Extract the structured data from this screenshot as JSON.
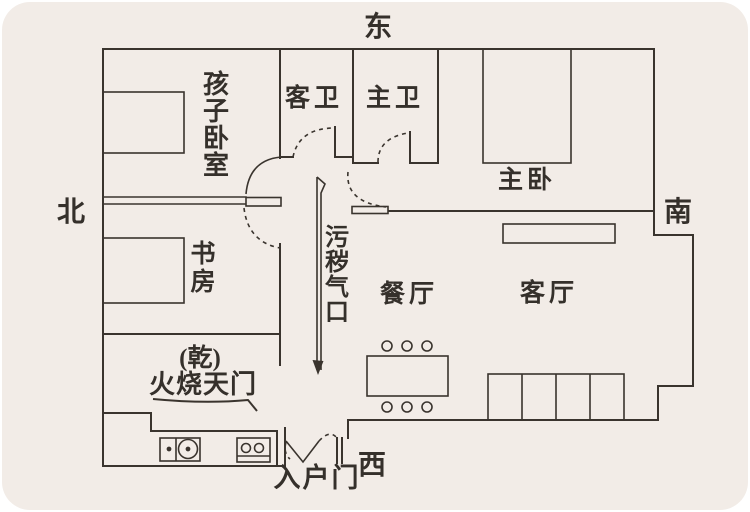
{
  "title": "apartment-floor-plan",
  "palette": {
    "page_bg": "#ffffff",
    "plan_bg": "#f2ece7",
    "ink": "#3a342e",
    "text": "#35302b"
  },
  "compass": {
    "east": "东",
    "south": "南",
    "west": "西",
    "north": "北"
  },
  "rooms": {
    "children_bedroom": "孩子卧室",
    "guest_bathroom": "客卫",
    "master_bathroom": "主卫",
    "master_bedroom": "主卧",
    "study": "书房",
    "dining_room": "餐厅",
    "living_room": "客厅"
  },
  "annotations": {
    "foul_air_vent": "污秽气口",
    "qian_trigram": "(乾)",
    "fire_burns_heaven_gate": "火烧天门",
    "entrance_door": "入户门"
  },
  "icons": {
    "flow_arrow": "downward-flow-arrow",
    "door_arcs": "door-swing-arcs",
    "furniture": "beds-desk-table-sofa-sink-stove"
  }
}
